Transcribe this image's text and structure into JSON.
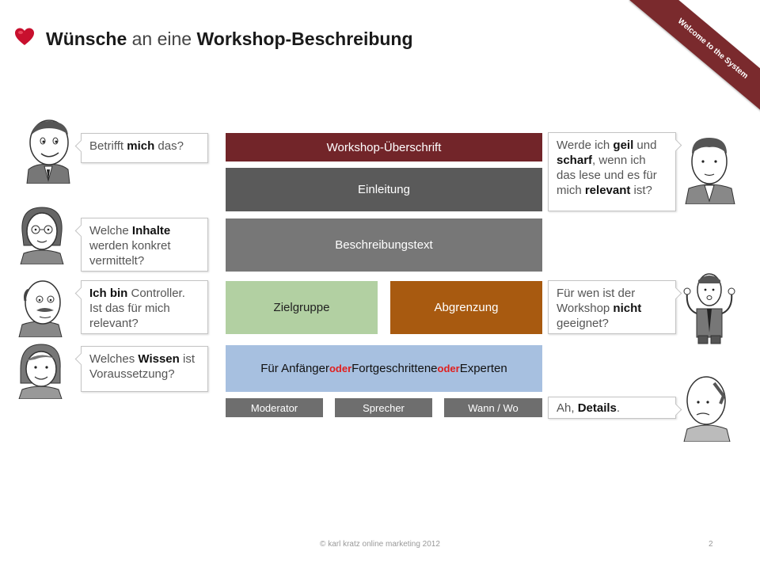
{
  "title": {
    "bold1": "Wünsche",
    "normal": " an eine ",
    "bold2": "Workshop-Beschreibung"
  },
  "ribbon": {
    "text": "Welcome to the System"
  },
  "bubbles": {
    "b1": {
      "t1": "Betrifft ",
      "b": "mich",
      "t2": " das?"
    },
    "b2": {
      "t1": "Welche ",
      "b": "Inhalte",
      "t2": " werden konkret vermittelt?"
    },
    "b3": {
      "b": "Ich bin",
      "t2": " Controller. Ist das für mich relevant?"
    },
    "b4": {
      "t1": "Welches ",
      "b": "Wissen",
      "t2": " ist Voraussetzung?"
    },
    "r1": {
      "t1": "Werde ich ",
      "b1": "geil",
      "t2": " und ",
      "b2": "scharf",
      "t3": ", wenn ich das lese und es für mich ",
      "b3": "relevant",
      "t4": " ist?"
    },
    "r2": {
      "t1": "Für wen ist der Workshop ",
      "b": "nicht",
      "t2": " geeignet?"
    },
    "r3": {
      "t1": "Ah, ",
      "b": "Details",
      "t2": "."
    }
  },
  "boxes": {
    "heading": "Workshop-Überschrift",
    "intro": "Einleitung",
    "description": "Beschreibungstext",
    "target": "Zielgruppe",
    "exclusion": "Abgrenzung",
    "levels": {
      "a": "Für Anfänger ",
      "oder1": "oder",
      "b": " Fortgeschrittene ",
      "oder2": "oder",
      "c": " Experten"
    },
    "moderator": "Moderator",
    "speaker": "Sprecher",
    "when_where": "Wann / Wo"
  },
  "colors": {
    "heading": "#722529",
    "intro": "#5a5a5a",
    "description": "#777777",
    "target": "#b2d0a2",
    "exclusion": "#a85a10",
    "levels": "#a7c0e0",
    "details": "#6e6e6e"
  },
  "footer": {
    "copyright": "© karl kratz online marketing 2012",
    "page": "2"
  }
}
